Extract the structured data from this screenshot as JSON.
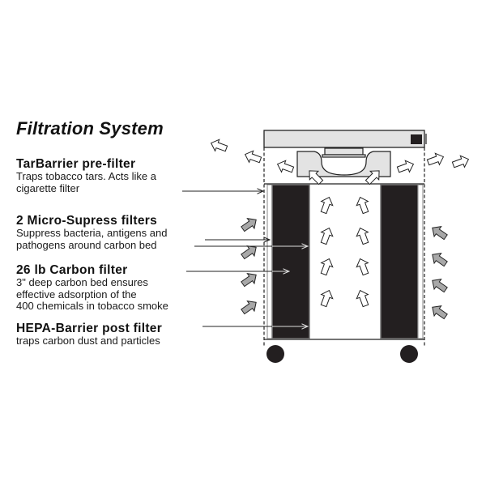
{
  "title": "Filtration System",
  "labels": [
    {
      "heading": "TarBarrier pre-filter",
      "desc_lines": [
        "Traps tobacco tars. Acts like a",
        "cigarette filter"
      ]
    },
    {
      "heading": "2 Micro-Supress filters",
      "desc_lines": [
        "Suppress bacteria, antigens and",
        "pathogens around carbon bed"
      ]
    },
    {
      "heading": "26 lb Carbon filter",
      "desc_lines": [
        "3\" deep carbon bed ensures",
        "effective adsorption of the",
        "400 chemicals in tobacco smoke"
      ]
    },
    {
      "heading": "HEPA-Barrier post filter",
      "desc_lines": [
        "traps carbon dust and particles"
      ]
    }
  ],
  "diagram": {
    "components": [
      "top-panel",
      "control-indicator",
      "fan-housing",
      "left-carbon-filter",
      "right-carbon-filter",
      "pre-filter-dashed",
      "wheels"
    ],
    "colors": {
      "carbon": "#231f20",
      "panel": "#e3e3e3",
      "intake_arrow": "#a8a8a8",
      "outline": "#222222"
    }
  }
}
